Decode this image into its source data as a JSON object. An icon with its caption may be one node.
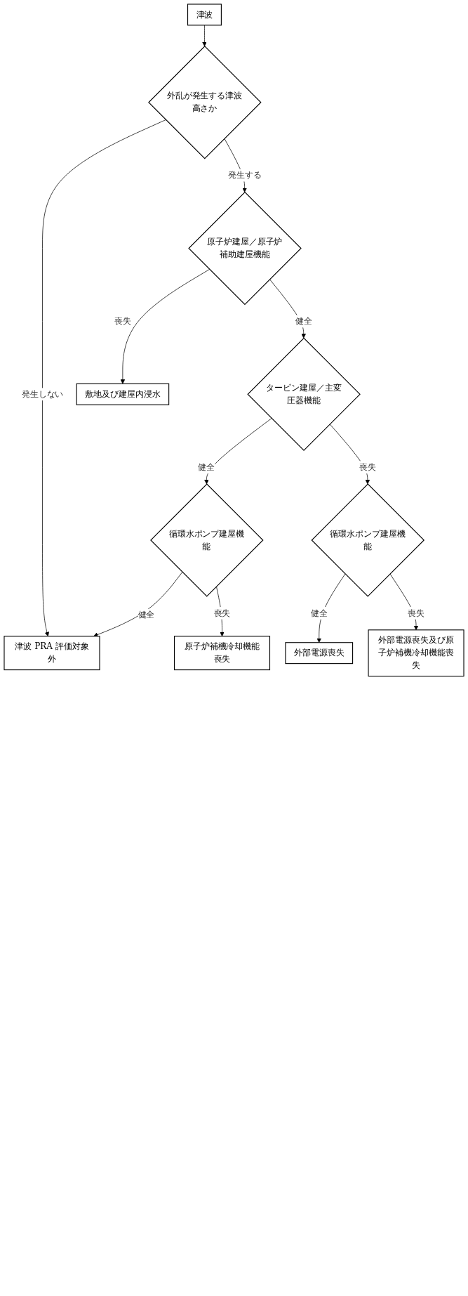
{
  "diagram": {
    "nodes": [
      {
        "text": [
          "津波"
        ]
      },
      {
        "text": [
          "外乱が発生する津波高さか"
        ]
      },
      {
        "text": [
          "津波 PRA 評価対象外"
        ]
      },
      {
        "text": [
          "原子炉建屋／原子炉補助建屋機能"
        ]
      },
      {
        "text": [
          "タービン建屋／主変圧器機能"
        ]
      },
      {
        "text": [
          "循環水ポンプ建屋機能"
        ]
      },
      {
        "text": [
          "原子炉補機冷却機能喪失"
        ]
      },
      {
        "text": [
          "循環水ポンプ建屋機能"
        ]
      },
      {
        "text": [
          "外部電源喪失"
        ]
      },
      {
        "text": [
          "外部電源喪失及び原子炉補機冷却機能喪失"
        ]
      },
      {
        "text": [
          "敷地及び建屋内浸水"
        ]
      }
    ],
    "edges": [
      {
        "from": 0,
        "to": 1,
        "arrow": "to"
      },
      {
        "from": 1,
        "to": 2,
        "label": "発生しない",
        "arrow": "to"
      },
      {
        "from": 1,
        "to": 3,
        "label": "発生する",
        "arrow": "to"
      },
      {
        "from": 3,
        "to": 4,
        "label": "健全",
        "arrow": "to"
      },
      {
        "from": 3,
        "to": 10,
        "label": "喪失",
        "arrow": "to"
      },
      {
        "from": 4,
        "to": 5,
        "label": "健全",
        "arrow": "to"
      },
      {
        "from": 4,
        "to": 7,
        "label": "喪失",
        "arrow": "to"
      },
      {
        "from": 5,
        "to": 2,
        "label": "健全",
        "arrow": "to"
      },
      {
        "from": 5,
        "to": 6,
        "label": "喪失",
        "arrow": "to"
      },
      {
        "from": 7,
        "to": 8,
        "label": "健全",
        "arrow": "to"
      },
      {
        "from": 7,
        "to": 9,
        "label": "喪失",
        "arrow": "to"
      }
    ]
  }
}
